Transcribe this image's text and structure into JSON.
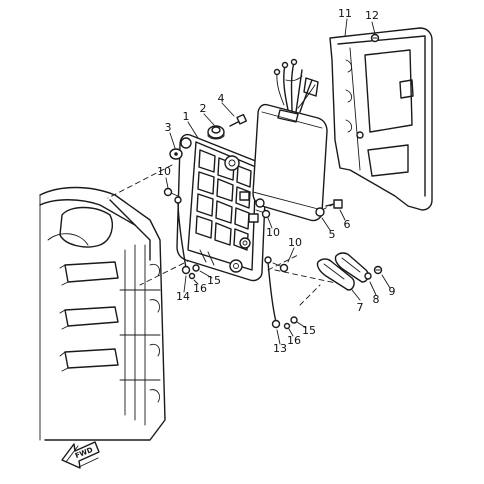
{
  "callouts": {
    "c1": "1",
    "c2": "2",
    "c3": "3",
    "c4": "4",
    "c5": "5",
    "c6": "6",
    "c7": "7",
    "c8": "8",
    "c9": "9",
    "c10a": "10",
    "c10b": "10",
    "c10c": "10",
    "c11": "11",
    "c12": "12",
    "c13": "13",
    "c14": "14",
    "c15a": "15",
    "c15b": "15",
    "c16a": "16",
    "c16b": "16"
  },
  "direction": {
    "label": "FWD"
  }
}
